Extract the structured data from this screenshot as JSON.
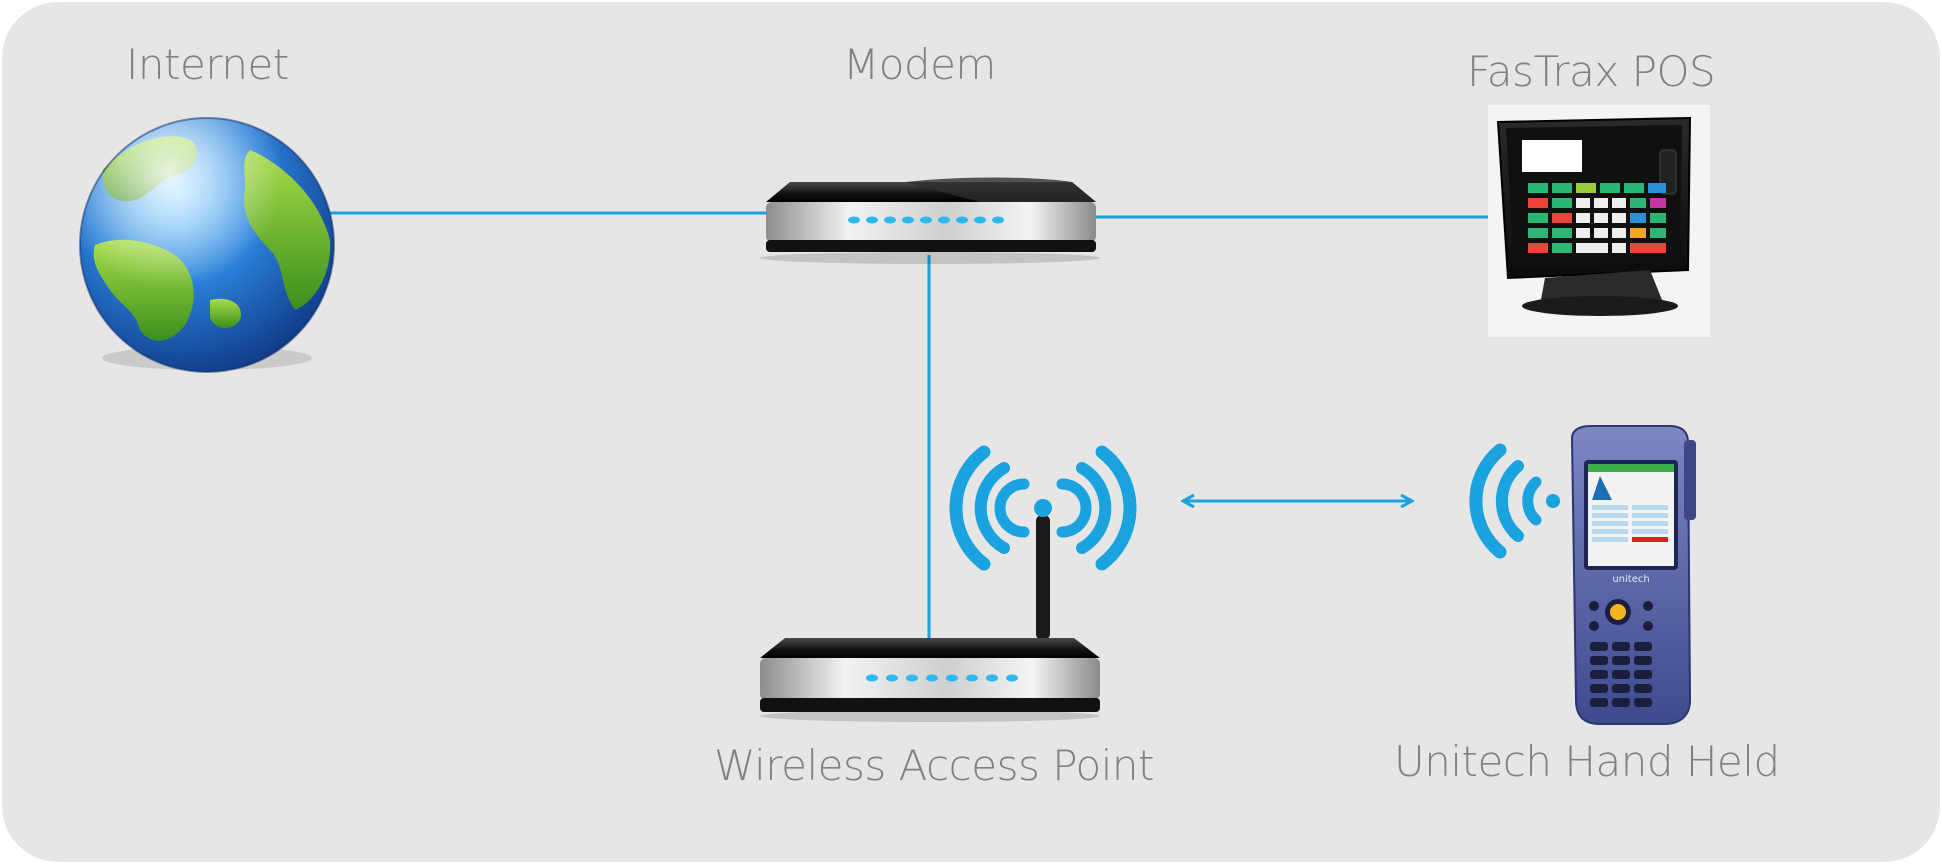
{
  "diagram": {
    "background_color": "#e6e6e6",
    "connector_color": "#1aa3df",
    "nodes": {
      "internet": {
        "label": "Internet",
        "icon": "globe-icon"
      },
      "modem": {
        "label": "Modem",
        "icon": "modem-icon"
      },
      "pos": {
        "label": "FasTrax POS",
        "icon": "pos-terminal-icon"
      },
      "access_point": {
        "label": "Wireless Access Point",
        "icon": "wireless-router-icon"
      },
      "handheld": {
        "label": "Unitech Hand Held",
        "icon": "handheld-scanner-icon"
      }
    },
    "handheld_screen_text": "unitech"
  }
}
